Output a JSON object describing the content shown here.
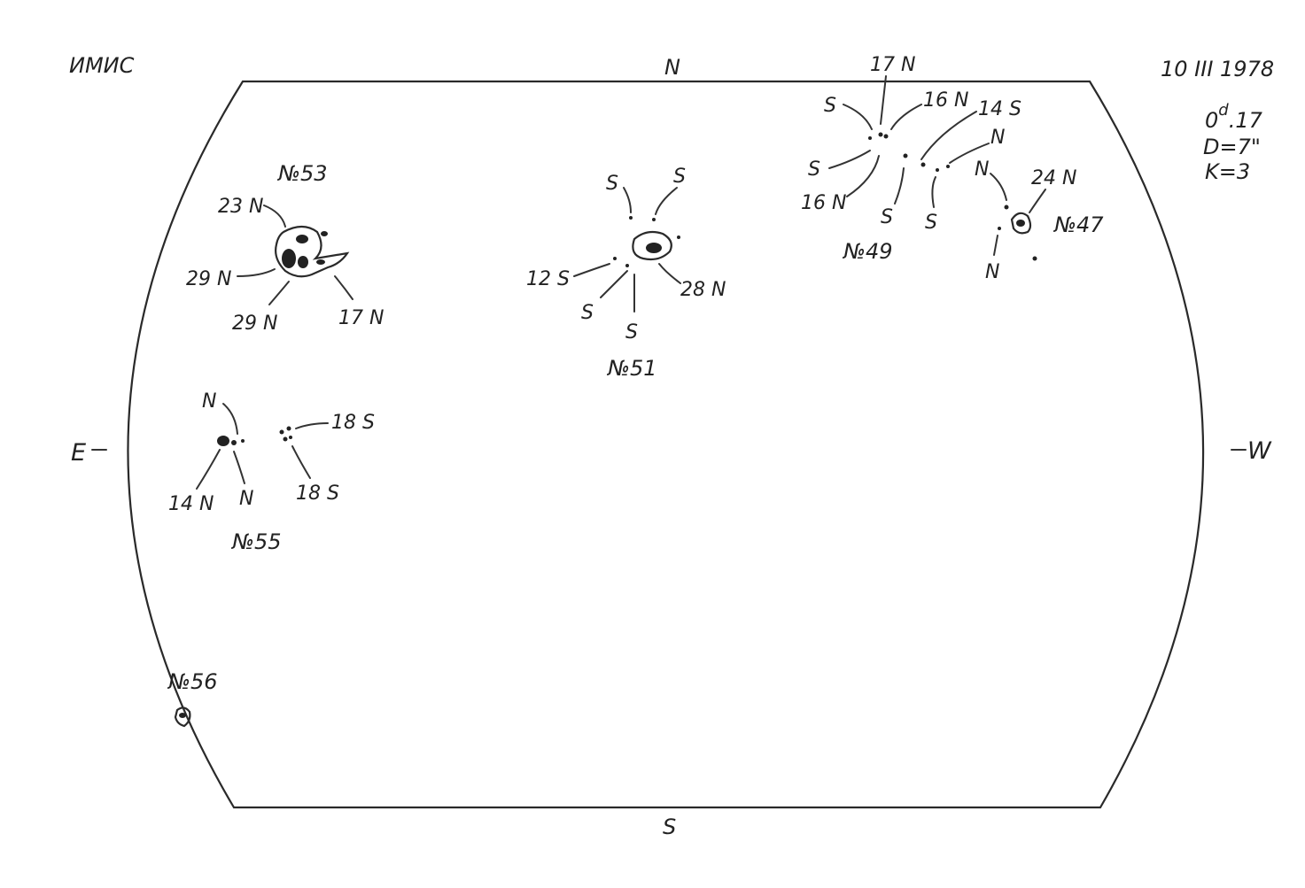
{
  "header": {
    "observatory": "ИМИС",
    "date": "10 III 1978",
    "time": "0d17",
    "time_day_symbol": "d",
    "time_prefix": "0",
    "time_suffix": ".17",
    "diameter": "D=7\"",
    "k_index": "K=3"
  },
  "directions": {
    "north": "N",
    "south": "S",
    "east": "E",
    "west": "W"
  },
  "groups": {
    "g53": {
      "name": "№53",
      "labels": [
        "23 N",
        "29 N",
        "29 N",
        "17 N"
      ]
    },
    "g51": {
      "name": "№51",
      "labels": [
        "S",
        "S",
        "12 S",
        "S",
        "S",
        "28 N"
      ]
    },
    "g49": {
      "name": "№49",
      "labels": [
        "17 N",
        "S",
        "16 N",
        "14 S",
        "N",
        "S",
        "16 N",
        "S",
        "S"
      ]
    },
    "g47": {
      "name": "№47",
      "labels": [
        "N",
        "24 N",
        "N"
      ]
    },
    "g55": {
      "name": "№55",
      "labels": [
        "N",
        "18 S",
        "14 N",
        "N",
        "18 S"
      ]
    },
    "g56": {
      "name": "№56"
    }
  }
}
